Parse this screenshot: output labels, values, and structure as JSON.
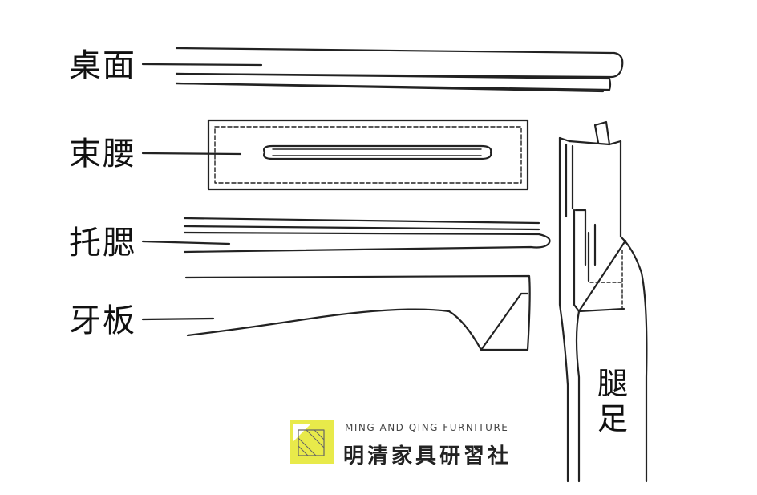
{
  "labels": {
    "tabletop": "桌面",
    "waist": "束腰",
    "support_strip": "托腮",
    "apron": "牙板",
    "leg": "腿足"
  },
  "brand": {
    "english": "MING AND QING FURNITURE",
    "chinese": "明清家具研習社",
    "logo_color": "#e8ea4a"
  },
  "colors": {
    "ink": "#222222",
    "background": "#ffffff"
  }
}
